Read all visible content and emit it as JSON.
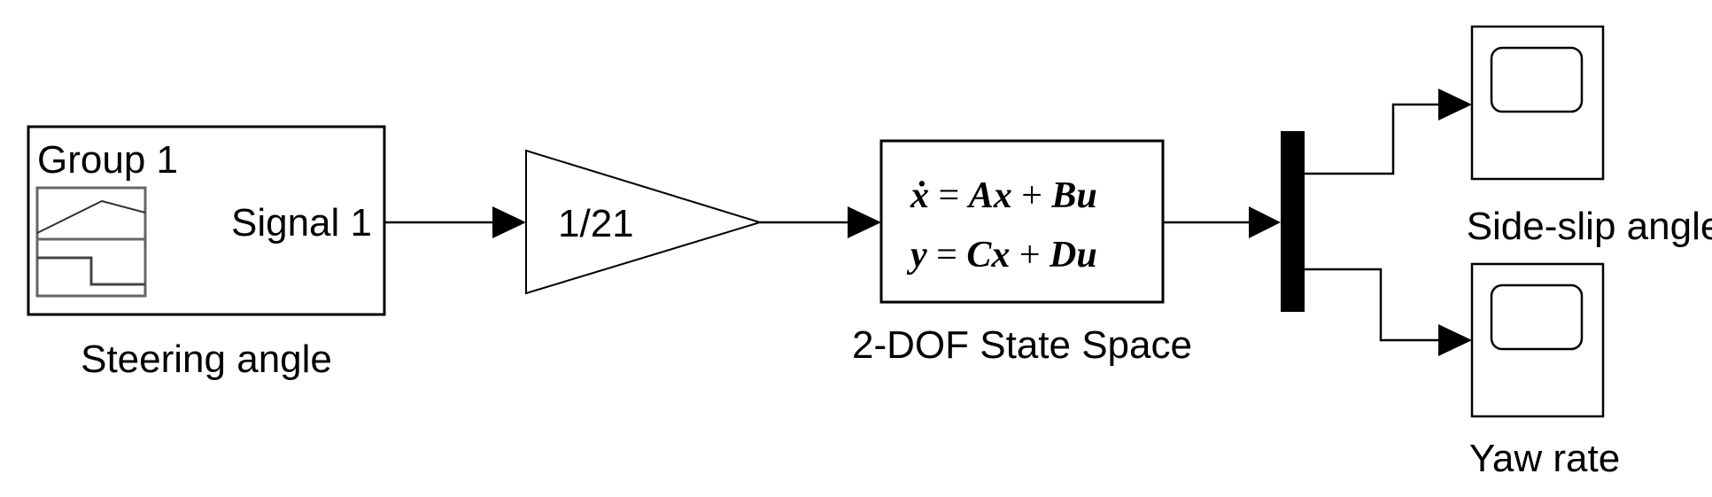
{
  "blocks": {
    "source": {
      "group_label": "Group 1",
      "signal_label": "Signal 1",
      "name": "Steering angle"
    },
    "gain": {
      "value": "1/21"
    },
    "state_space": {
      "eq1": {
        "lhs": "ẋ",
        "eq": " = ",
        "a": "Ax",
        "plus": " + ",
        "b": "Bu"
      },
      "eq2": {
        "lhs": "y",
        "eq": " = ",
        "a": "Cx",
        "plus": " + ",
        "b": "Du"
      },
      "name": "2-DOF State Space"
    },
    "scope_1": {
      "name": "Side-slip angle"
    },
    "scope_2": {
      "name": "Yaw rate"
    }
  }
}
